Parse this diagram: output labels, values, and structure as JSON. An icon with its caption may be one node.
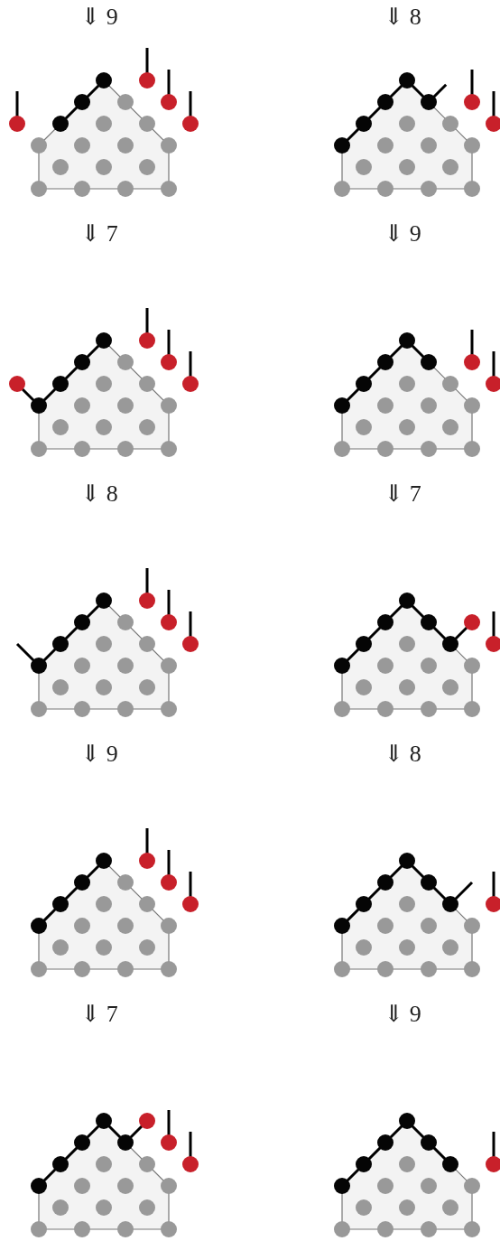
{
  "diagram": {
    "labels": [
      "⇓ 9",
      "⇓ 8",
      "⇓ 7",
      "⇓ 9",
      "⇓ 8",
      "⇓ 7",
      "⇓ 9",
      "⇓ 8",
      "⇓ 7",
      "⇓ 9"
    ]
  }
}
